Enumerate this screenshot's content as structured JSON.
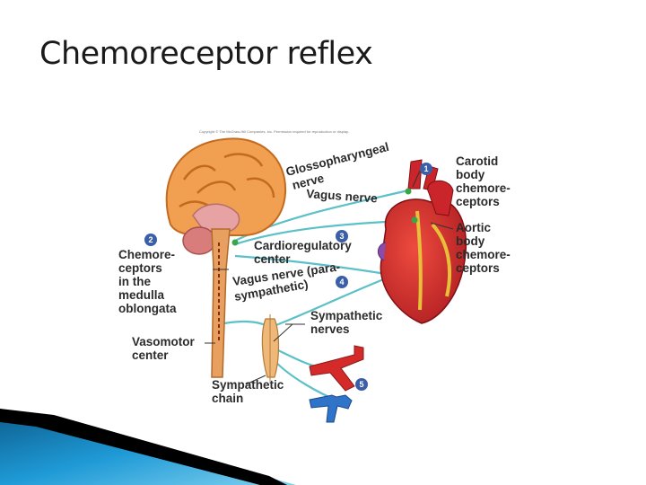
{
  "slide": {
    "title": "Chemoreceptor reflex"
  },
  "figure": {
    "copyright": "Copyright © The McGraw-Hill Companies, Inc. Permission required for reproduction or display.",
    "markers": [
      "1",
      "2",
      "3",
      "4",
      "5"
    ],
    "labels": {
      "glossopharyngeal_1": "Glossopharyngeal",
      "glossopharyngeal_2": "nerve",
      "vagus_nerve": "Vagus nerve",
      "carotid_1": "Carotid",
      "carotid_2": "body",
      "carotid_3": "chemore-",
      "carotid_4": "ceptors",
      "aortic_1": "Aortic",
      "aortic_2": "body",
      "aortic_3": "chemore-",
      "aortic_4": "ceptors",
      "medulla_1": "Chemore-",
      "medulla_2": "ceptors",
      "medulla_3": "in the",
      "medulla_4": "medulla",
      "medulla_5": "oblongata",
      "cardio_1": "Cardioregulatory",
      "cardio_2": "center",
      "vagus_para_1": "Vagus nerve (para-",
      "vagus_para_2": "sympathetic)",
      "sympathetic_nerves_1": "Sympathetic",
      "sympathetic_nerves_2": "nerves",
      "vasomotor_1": "Vasomotor",
      "vasomotor_2": "center",
      "sympathetic_chain_1": "Sympathetic",
      "sympathetic_chain_2": "chain"
    },
    "colors": {
      "brain": "#f0a050",
      "brain_fold": "#d9772a",
      "brainstem": "#e7a3a3",
      "spinal_cord": "#e8a060",
      "nerve": "#5cc0c8",
      "heart": "#d42a2a",
      "artery": "#d42a2a",
      "vein": "#2f74c8",
      "marker": "#3a5fa8",
      "accent_bar": "#1a8fcf"
    }
  }
}
